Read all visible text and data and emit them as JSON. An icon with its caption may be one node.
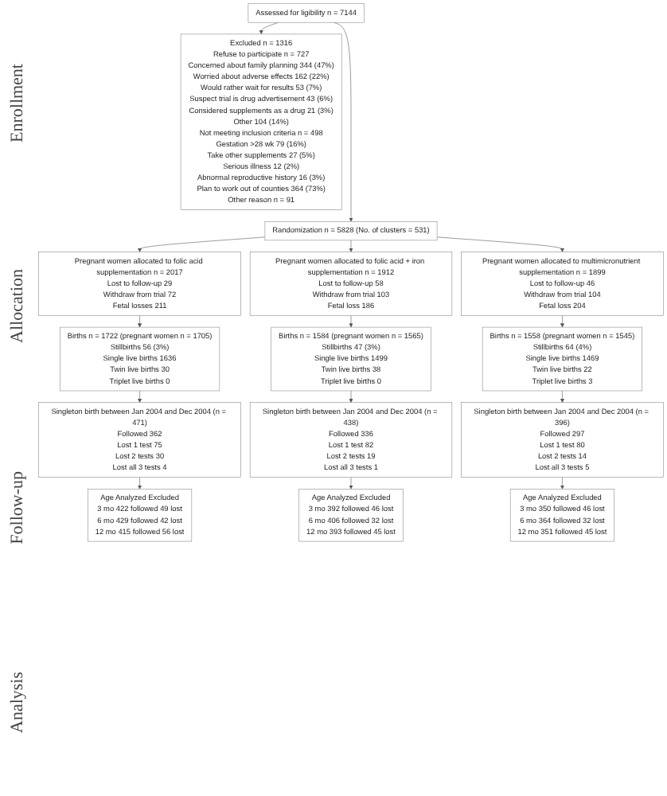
{
  "diagram": {
    "nodes": [
      {
        "text": [
          "Assessed for ligibility n = 7144"
        ]
      },
      {
        "text": [
          "Excluded n = 1316",
          "Refuse to participate n = 727",
          "Concerned about family planning 344 (47%)",
          "Worried about adverse effects 162 (22%)",
          "Would rather wait for results 53 (7%)",
          "Suspect trial is drug advertisement 43 (6%)",
          "Considered supplements as a drug 21 (3%)",
          "Other 104 (14%)",
          "Not meeting inclusion criteria n = 498",
          "Gestation >28 wk 79 (16%)",
          "Take other supplements 27 (5%)",
          "Serious illness 12 (2%)",
          "Abnormal reproductive history 16 (3%)",
          "Plan to work out of counties 364 (73%)",
          "Other reason n = 91"
        ]
      },
      {
        "text": [
          "Randomization n = 5828 (No. of clusters = 531)"
        ]
      },
      {
        "text": [
          "Pregnant women allocated to folic acid supplementation n = 2017",
          "Lost to follow-up 29",
          "Withdraw from trial 72",
          "Fetal losses 211"
        ]
      },
      {
        "text": [
          "Pregnant women allocated to folic acid + iron supplementation n = 1912",
          "Lost to follow-up 58",
          "Withdraw from trial 103",
          "Fetal loss 186"
        ]
      },
      {
        "text": [
          "Pregnant women allocated to multimicronutrient supplementation n = 1899",
          "Lost to follow-up 46",
          "Withdraw from trial 104",
          "Fetal loss 204"
        ]
      },
      {
        "text": [
          "Births n = 1722 (pregnant women n = 1705)",
          "Stillbirths 56 (3%)",
          "Single live births 1636",
          "Twin live births 30",
          "Triplet live births 0"
        ]
      },
      {
        "text": [
          "Births n = 1584 (pregnant women n = 1565)",
          "Stillbirths 47 (3%)",
          "Single live births 1499",
          "Twin live births 38",
          "Triplet live births 0"
        ]
      },
      {
        "text": [
          "Births n = 1558 (pregnant women n = 1545)",
          "Stillbirths 64 (4%)",
          "Single live births 1469",
          "Twin live births 22",
          "Triplet live births 3"
        ]
      },
      {
        "text": [
          "Singleton birth between Jan 2004 and Dec 2004 (n = 471)",
          "Followed 362",
          "Lost 1 test 75",
          "Lost 2 tests 30",
          "Lost all 3 tests 4"
        ]
      },
      {
        "text": [
          "Singleton birth between Jan 2004 and Dec 2004 (n = 438)",
          "Followed 336",
          "Lost 1 test 82",
          "Lost 2 tests 19",
          "Lost all 3 tests 1"
        ]
      },
      {
        "text": [
          "Singleton birth between Jan 2004 and Dec 2004 (n = 396)",
          "Followed 297",
          "Lost 1 test 80",
          "Lost 2 tests 14",
          "Lost all 3 tests 5"
        ]
      },
      {
        "text": [
          "Age Analyzed Excluded",
          "3 mo 422 followed 49 lost",
          "6 mo 429 followed 42 lost",
          "12 mo 415 followed 56 lost"
        ]
      },
      {
        "text": [
          "Age Analyzed Excluded",
          "3 mo 392 followed 46 lost",
          "6 mo 406 followed 32 lost",
          "12 mo 393 followed 45 lost"
        ]
      },
      {
        "text": [
          "Age Analyzed Excluded",
          "3 mo 350 followed 46 lost",
          "6 mo 364 followed 32 lost",
          "12 mo 351 followed 45 lost"
        ]
      }
    ],
    "edges": [
      {
        "from": 0,
        "to": 1,
        "arrow": "to"
      },
      {
        "from": 0,
        "to": 2,
        "arrow": "to"
      },
      {
        "from": 2,
        "to": 3,
        "arrow": "to"
      },
      {
        "from": 2,
        "to": 4,
        "arrow": "to"
      },
      {
        "from": 2,
        "to": 5,
        "arrow": "to"
      },
      {
        "from": 3,
        "to": 6,
        "arrow": "to"
      },
      {
        "from": 4,
        "to": 7,
        "arrow": "to"
      },
      {
        "from": 5,
        "to": 8,
        "arrow": "to"
      },
      {
        "from": 6,
        "to": 9,
        "arrow": "to"
      },
      {
        "from": 7,
        "to": 10,
        "arrow": "to"
      },
      {
        "from": 8,
        "to": 11,
        "arrow": "to"
      },
      {
        "from": 9,
        "to": 12,
        "arrow": "to"
      },
      {
        "from": 10,
        "to": 13,
        "arrow": "to"
      },
      {
        "from": 11,
        "to": 14,
        "arrow": "to"
      }
    ],
    "labels": [
      "Enrollment",
      "Allocation",
      "Follow-up",
      "Analysis"
    ]
  }
}
